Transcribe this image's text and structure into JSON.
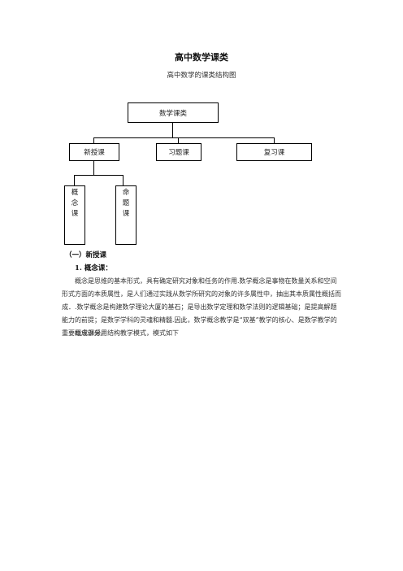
{
  "document": {
    "title": "高中数学课类",
    "subtitle": "高中数学的课类结构图"
  },
  "diagram": {
    "root": "数学课类",
    "level1": [
      "新授课",
      "习题课",
      "复习课"
    ],
    "level2": {
      "concept": [
        "概",
        "念",
        "课"
      ],
      "proposition": [
        "命",
        "题",
        "课"
      ]
    }
  },
  "section": {
    "heading": "（一）新授课",
    "subheading": "1. 概念课：",
    "paragraph1": "概念是思维的基本形式，具有确定研究对象和任务的作用.数学概念是事物在数量关系和空间形式方面的本质属性，是人们通过实践从数学所研究的对象的许多属性中，抽出其本质属性概括而成．.数学概念是构建数学理论大厦的基石；是导出数学定理和数学法则的逻辑基础；是提高解题能力的前提；是数学学科的灵魂和精髓.因此，数学概念教学是“双基”教学的核心、是数学教学的重要组成部分。",
    "paragraph2": "概念课采用结构教学模式，模式如下"
  }
}
